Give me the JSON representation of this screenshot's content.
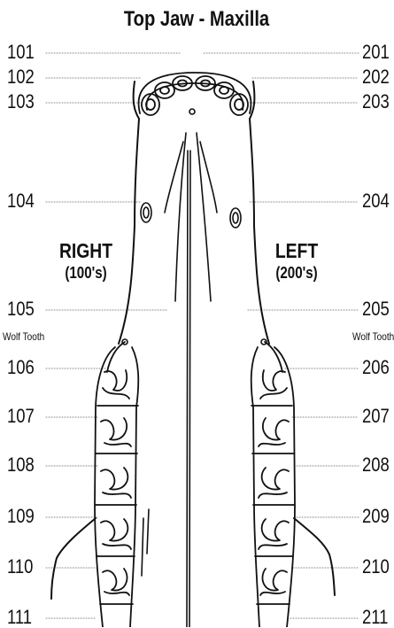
{
  "title": "Top Jaw - Maxilla",
  "right_side": {
    "label": "RIGHT",
    "range": "(100's)"
  },
  "left_side": {
    "label": "LEFT",
    "range": "(200's)"
  },
  "wolf_tooth_label": "Wolf Tooth",
  "right_teeth": [
    "101",
    "102",
    "103",
    "104",
    "105",
    "106",
    "107",
    "108",
    "109",
    "110",
    "111"
  ],
  "left_teeth": [
    "201",
    "202",
    "203",
    "204",
    "205",
    "206",
    "207",
    "208",
    "209",
    "210",
    "211"
  ]
}
